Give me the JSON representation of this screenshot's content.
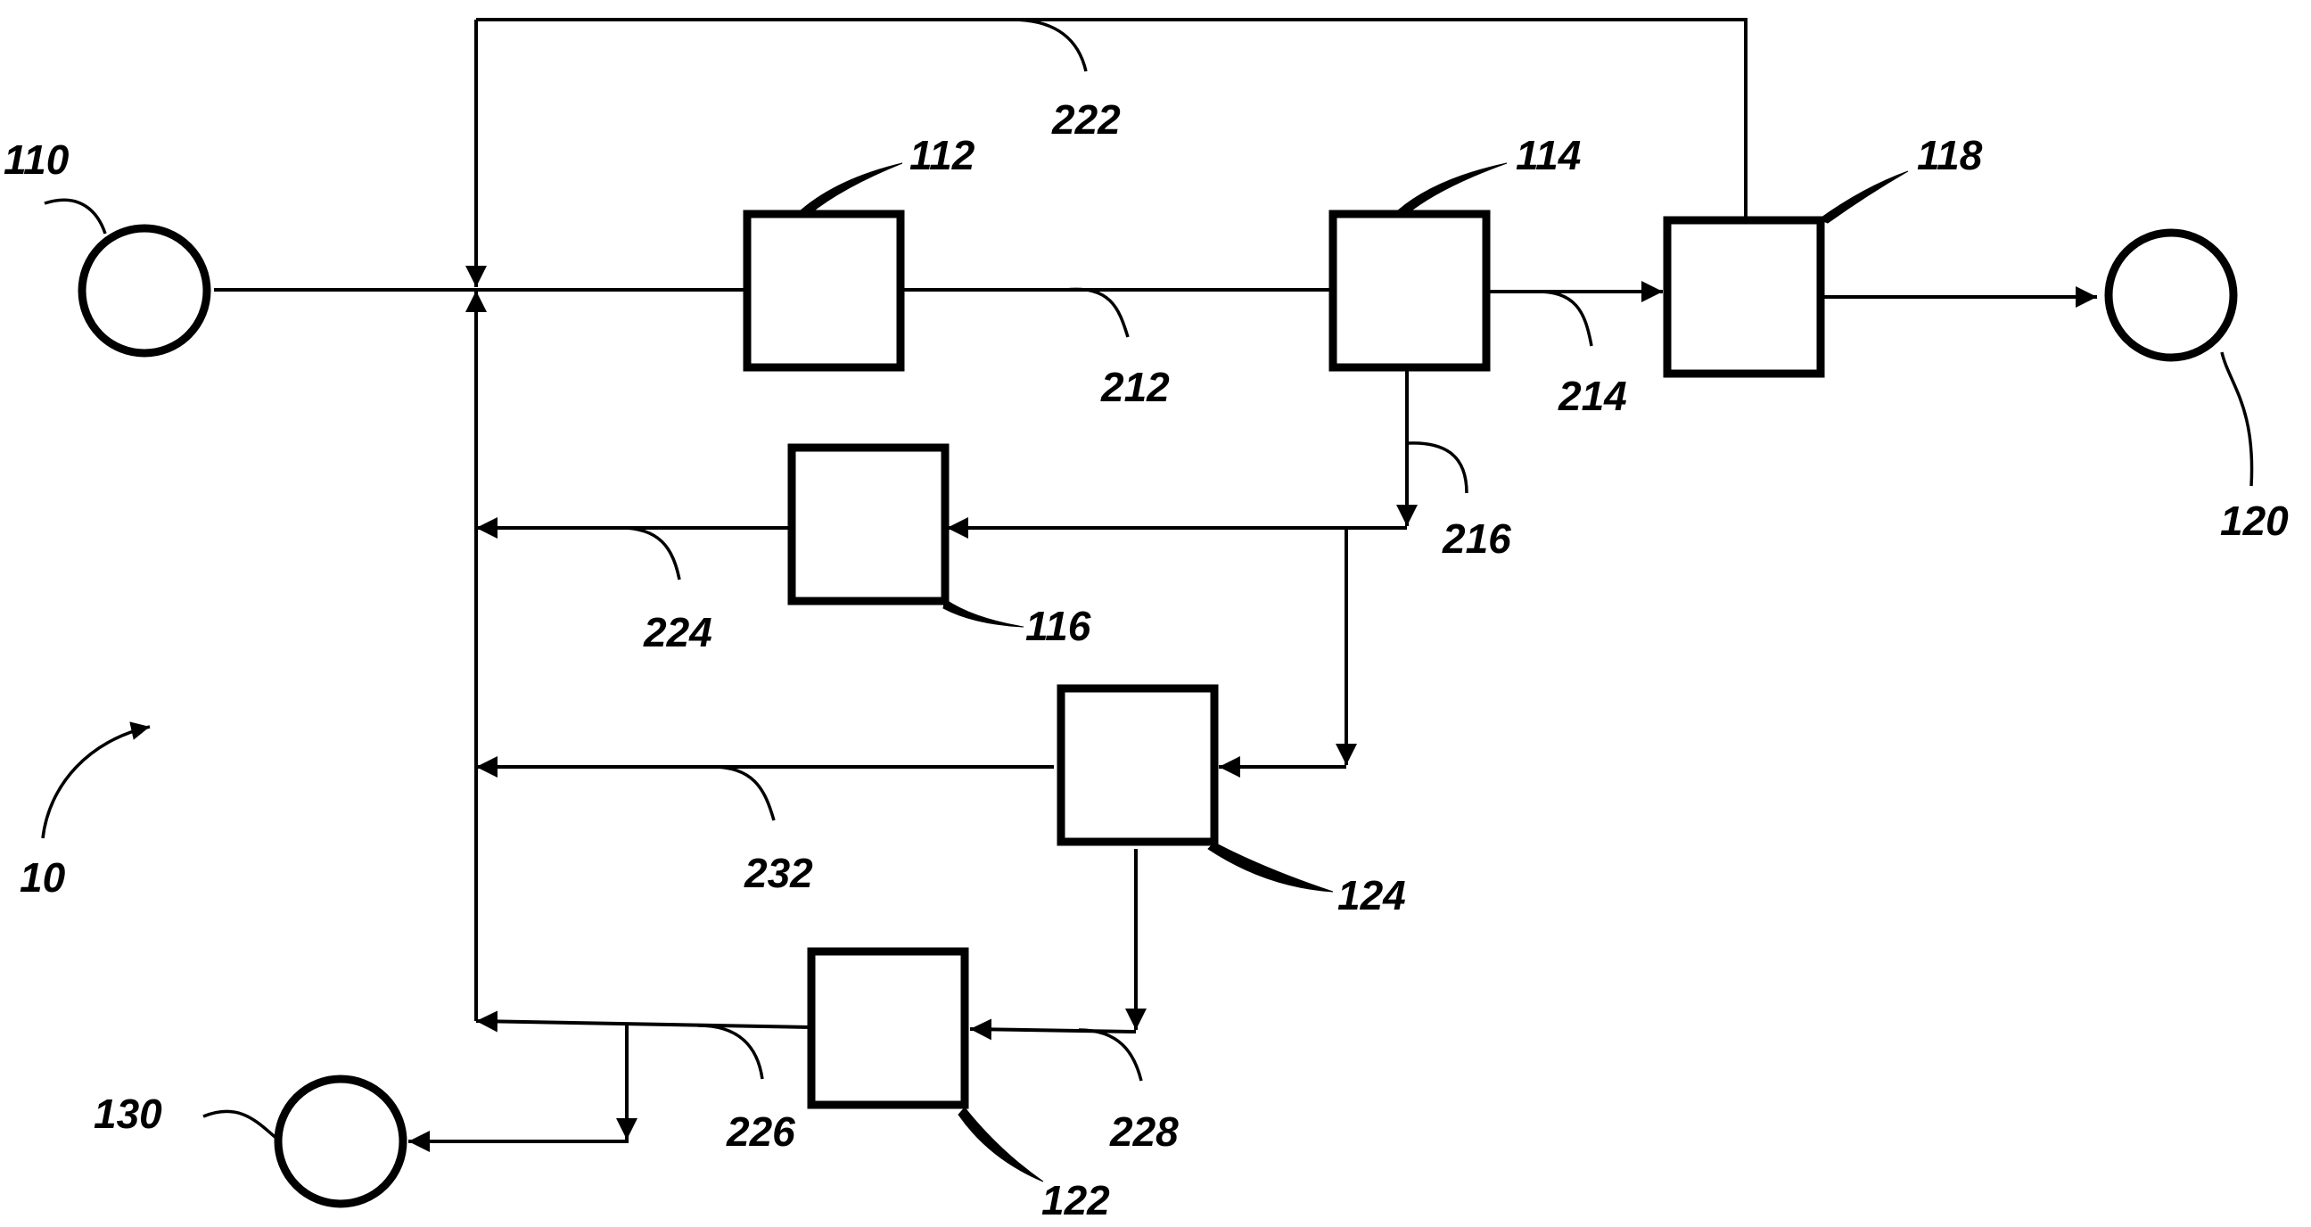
{
  "diagram": {
    "figure_label": "10",
    "nodes": {
      "n110": "110",
      "n120": "120",
      "n130": "130"
    },
    "blocks": {
      "b112": "112",
      "b114": "114",
      "b116": "116",
      "b118": "118",
      "b122": "122",
      "b124": "124"
    },
    "streams": {
      "s212": "212",
      "s214": "214",
      "s216": "216",
      "s222": "222",
      "s224": "224",
      "s226": "226",
      "s228": "228",
      "s232": "232"
    }
  },
  "colors": {
    "line": "#000000",
    "background": "#ffffff"
  }
}
